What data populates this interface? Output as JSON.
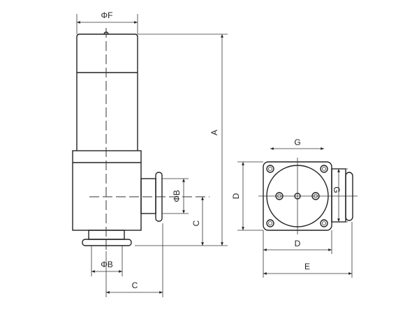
{
  "side_view": {
    "dim_phiF": "ΦF",
    "dim_A": "A",
    "dim_phiB_side": "ΦB",
    "dim_C_vertical": "C",
    "dim_phiB_bottom": "ΦB",
    "dim_C_horizontal": "C"
  },
  "top_view": {
    "dim_G_top": "G",
    "dim_D_left": "D",
    "dim_G_right": "G",
    "dim_D_bottom": "D",
    "dim_E": "E"
  }
}
